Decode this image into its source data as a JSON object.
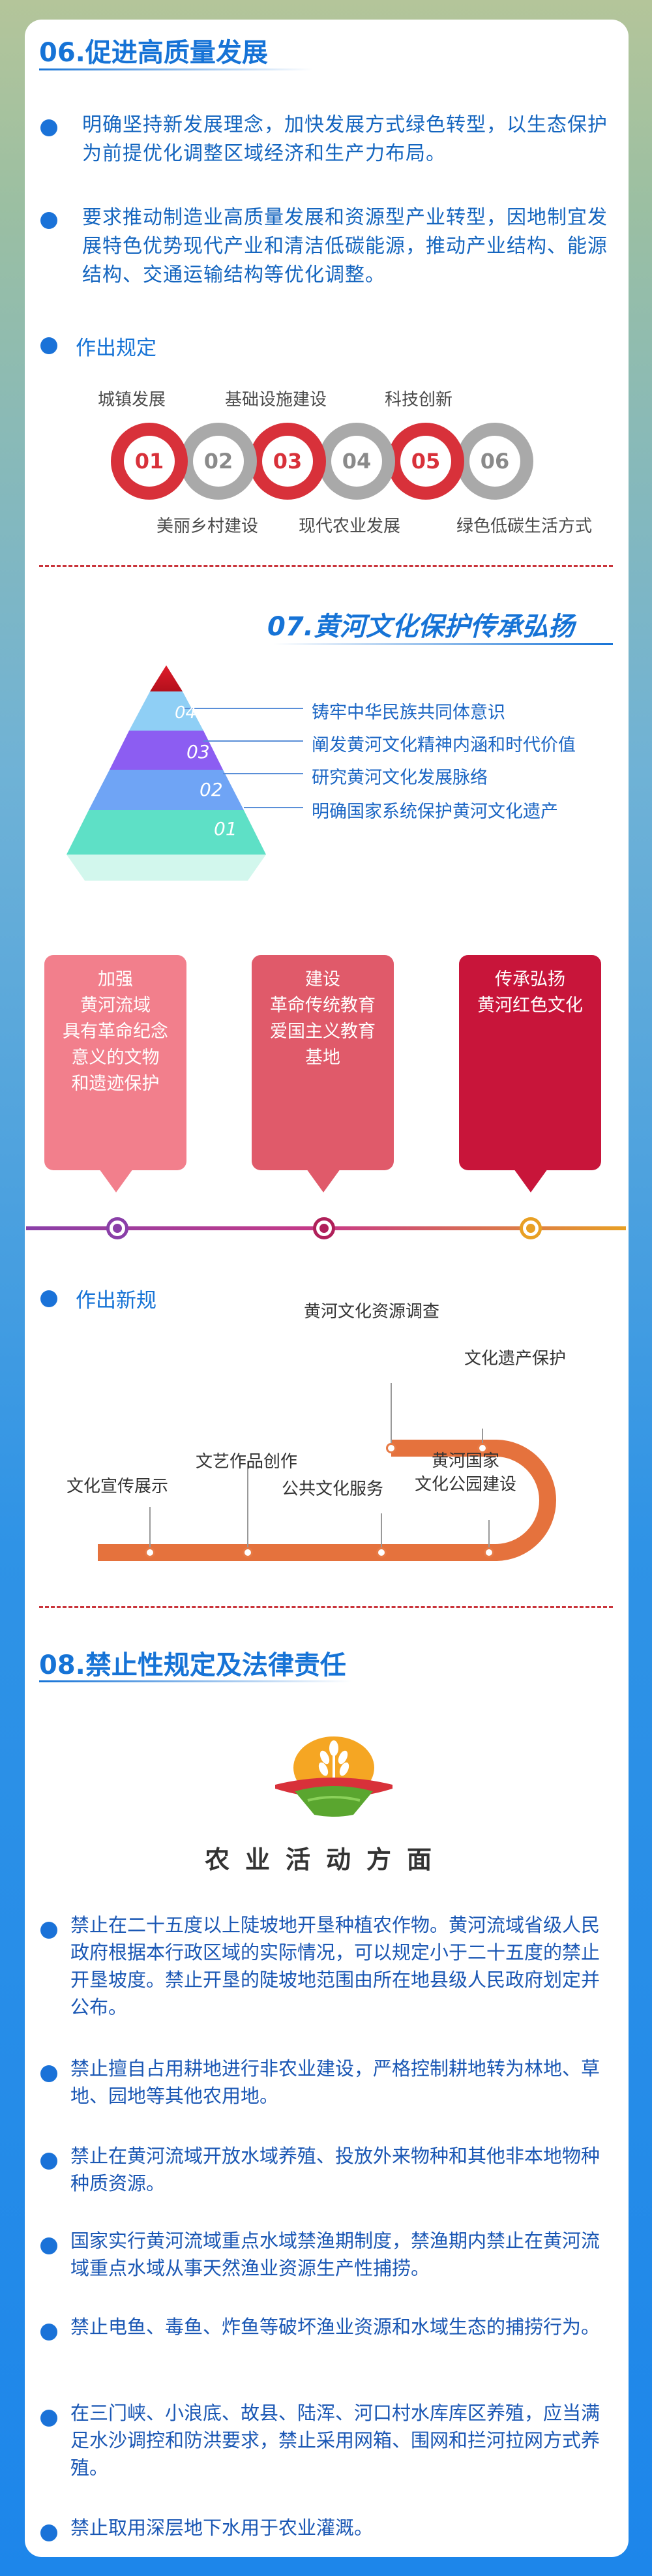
{
  "sec06": {
    "title": "06.促进高质量发展",
    "p1": "明确坚持新发展理念，加快发展方式绿色转型，以生态保护为前提优化调整区域经济和生产力布局。",
    "p2": "要求推动制造业高质量发展和资源型产业转型，因地制宜发展特色优势现代产业和清洁低碳能源，推动产业结构、能源结构、交通运输结构等优化调整。",
    "sub": "作出规定",
    "top_labels": [
      "城镇发展",
      "基础设施建设",
      "科技创新"
    ],
    "bottom_labels": [
      "美丽乡村建设",
      "现代农业发展",
      "绿色低碳生活方式"
    ],
    "rings": [
      "01",
      "02",
      "03",
      "04",
      "05",
      "06"
    ]
  },
  "sec07": {
    "title": "07.黄河文化保护传承弘扬",
    "pyramid": [
      {
        "num": "04",
        "text": "铸牢中华民族共同体意识"
      },
      {
        "num": "03",
        "text": "阐发黄河文化精神内涵和时代价值"
      },
      {
        "num": "02",
        "text": "研究黄河文化发展脉络"
      },
      {
        "num": "01",
        "text": "明确国家系统保护黄河文化遗产"
      }
    ],
    "boxes": [
      {
        "text": "加强\n黄河流域\n具有革命纪念\n意义的文物\n和遗迹保护"
      },
      {
        "text": "建设\n革命传统教育\n爱国主义教育\n基地"
      },
      {
        "text": "传承弘扬\n黄河红色文化"
      }
    ],
    "sub": "作出新规",
    "road": {
      "top1": "黄河文化资源调查",
      "top2": "文化遗产保护",
      "mid1": "文艺作品创作",
      "left": "文化宣传展示",
      "mid2": "公共文化服务",
      "park": "黄河国家\n文化公园建设"
    }
  },
  "sec08": {
    "title": "08.禁止性规定及法律责任",
    "logo_caption": "农业活动方面",
    "rules": [
      "禁止在二十五度以上陡坡地开垦种植农作物。黄河流域省级人民政府根据本行政区域的实际情况，可以规定小于二十五度的禁止开垦坡度。禁止开垦的陡坡地范围由所在地县级人民政府划定并公布。",
      "禁止擅自占用耕地进行非农业建设，严格控制耕地转为林地、草地、园地等其他农用地。",
      "禁止在黄河流域开放水域养殖、投放外来物种和其他非本地物种种质资源。",
      "国家实行黄河流域重点水域禁渔期制度，禁渔期内禁止在黄河流域重点水域从事天然渔业资源生产性捕捞。",
      "禁止电鱼、毒鱼、炸鱼等破坏渔业资源和水域生态的捕捞行为。",
      "在三门峡、小浪底、故县、陆浑、河口村水库库区养殖，应当满足水沙调控和防洪要求，禁止采用网箱、围网和拦河拉网方式养殖。",
      "禁止取用深层地下水用于农业灌溉。"
    ]
  },
  "colors": {
    "blue": "#1673d6",
    "red": "#d8313a",
    "gray": "#a9a9a9"
  }
}
